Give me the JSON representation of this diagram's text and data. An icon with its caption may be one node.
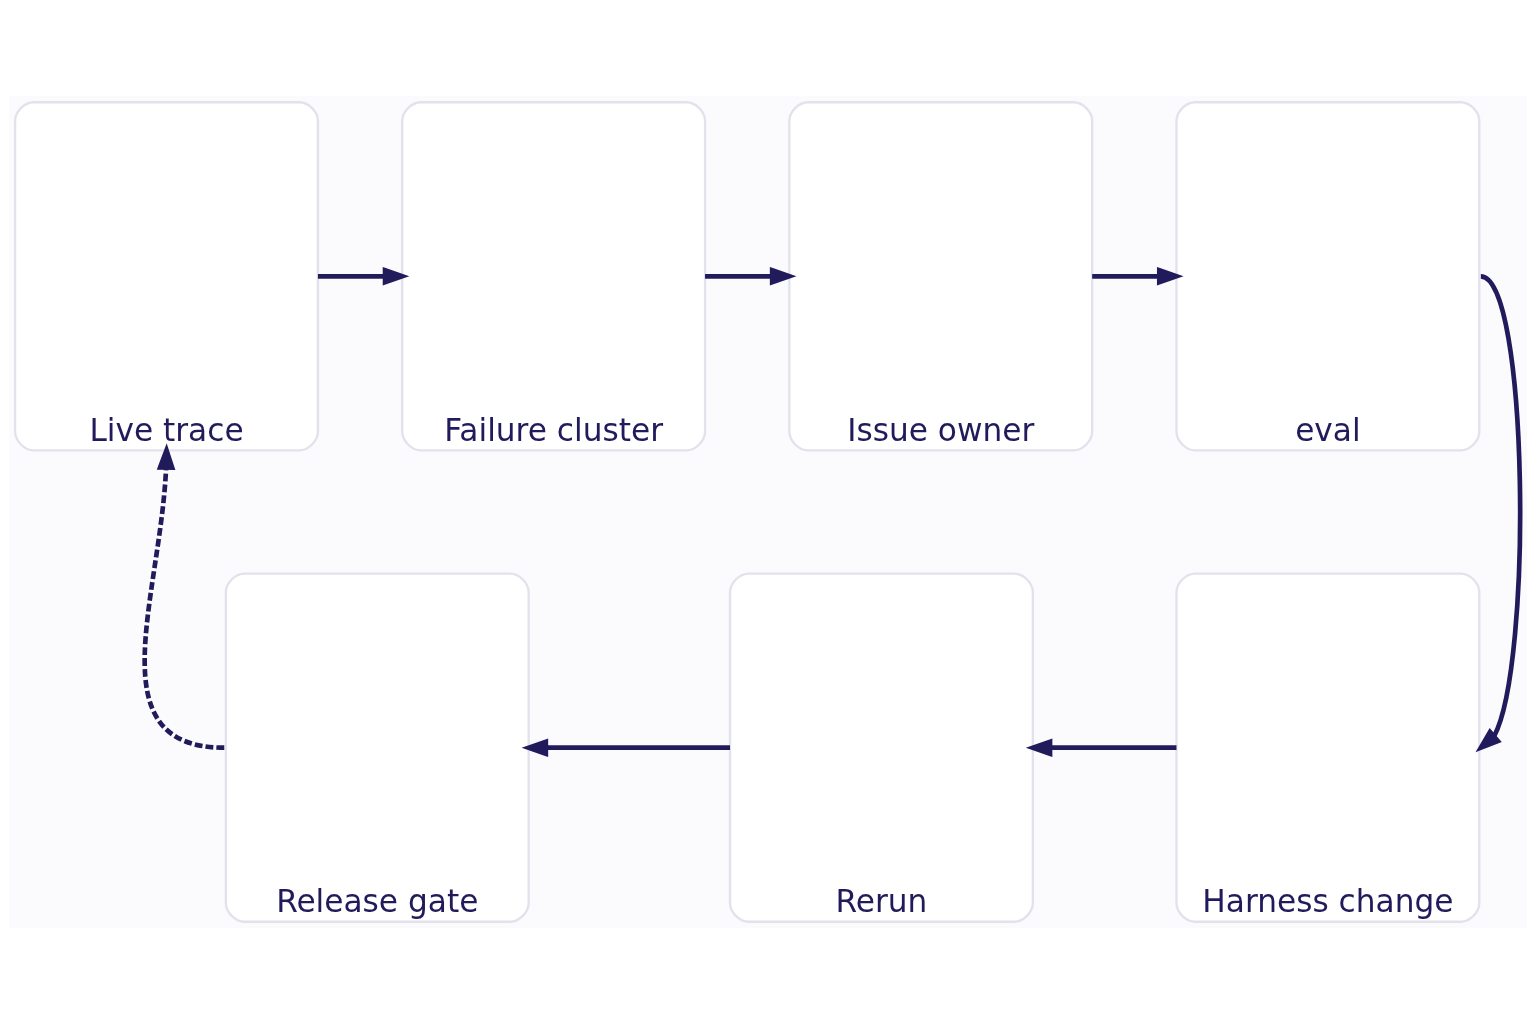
{
  "diagram": {
    "nodes": [
      {
        "text": [
          "Live trace"
        ]
      },
      {
        "text": [
          "Failure cluster"
        ]
      },
      {
        "text": [
          "Issue owner"
        ]
      },
      {
        "text": [
          "eval"
        ]
      },
      {
        "text": [
          "Release gate"
        ]
      },
      {
        "text": [
          "Rerun"
        ]
      },
      {
        "text": [
          "Harness change"
        ]
      }
    ],
    "edges": [
      {
        "from": 0,
        "to": 1,
        "arrow": "to"
      },
      {
        "from": 1,
        "to": 2,
        "arrow": "to"
      },
      {
        "from": 2,
        "to": 3,
        "arrow": "to"
      },
      {
        "from": 3,
        "to": 6,
        "arrow": "to"
      },
      {
        "from": 6,
        "to": 5,
        "arrow": "to"
      },
      {
        "from": 5,
        "to": 4,
        "arrow": "to"
      },
      {
        "from": 4,
        "to": 0,
        "arrow": "to",
        "style": "dashed"
      }
    ]
  }
}
